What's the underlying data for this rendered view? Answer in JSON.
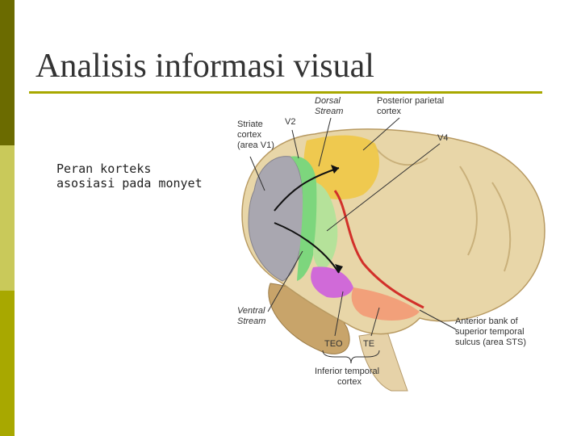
{
  "slide": {
    "title": "Analisis informasi visual",
    "caption": "Peran korteks asosiasi pada monyet"
  },
  "figure": {
    "labels": {
      "dorsal_stream_1": "Dorsal",
      "dorsal_stream_2": "Stream",
      "posterior_parietal_1": "Posterior parietal",
      "posterior_parietal_2": "cortex",
      "striate_1": "Striate",
      "striate_2": "cortex",
      "striate_3": "(area V1)",
      "v2": "V2",
      "v4": "V4",
      "ventral_stream_1": "Ventral",
      "ventral_stream_2": "Stream",
      "teo": "TEO",
      "te": "TE",
      "it_cortex_1": "Inferior temporal",
      "it_cortex_2": "cortex",
      "sts_1": "Anterior bank of",
      "sts_2": "superior temporal",
      "sts_3": "sulcus (area STS)"
    }
  },
  "colors": {
    "accent_dark": "#6b6b00",
    "accent_light": "#c9c95a",
    "accent": "#a8a800"
  }
}
